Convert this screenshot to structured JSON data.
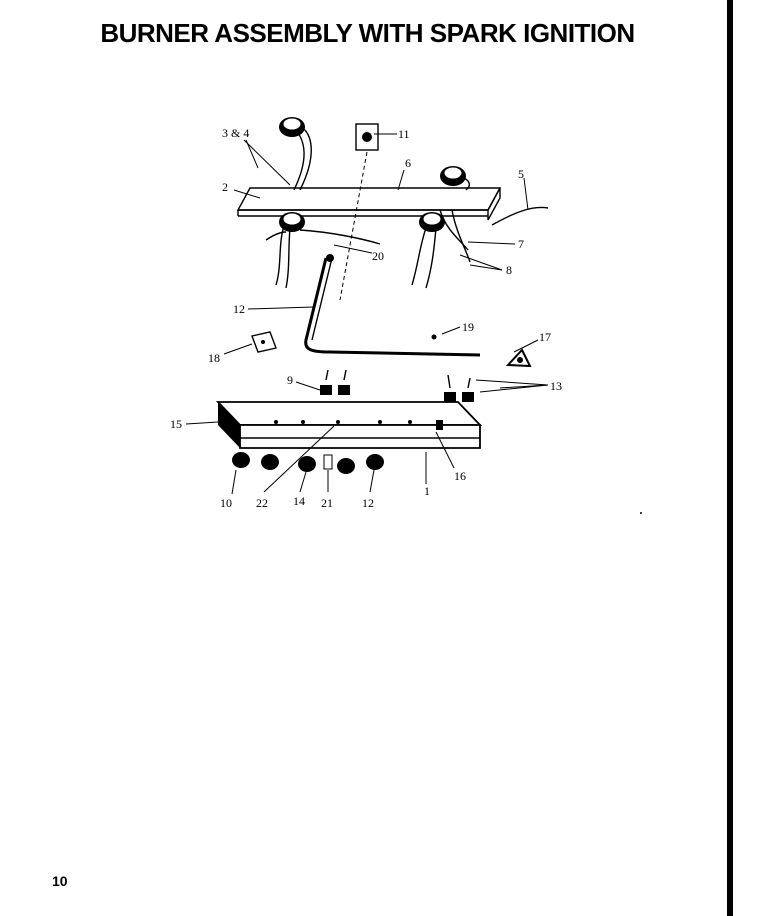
{
  "page": {
    "title": "BURNER ASSEMBLY WITH SPARK IGNITION",
    "page_number": "10"
  },
  "diagram": {
    "callouts": {
      "c3_4": "3 & 4",
      "c11": "11",
      "c6": "6",
      "c5": "5",
      "c2": "2",
      "c20": "20",
      "c7": "7",
      "c8": "8",
      "c12a": "12",
      "c19": "19",
      "c17": "17",
      "c18": "18",
      "c9": "9",
      "c13": "13",
      "c15": "15",
      "c16": "16",
      "c1": "1",
      "c10": "10",
      "c22": "22",
      "c14": "14",
      "c21": "21",
      "c12b": "12"
    }
  }
}
